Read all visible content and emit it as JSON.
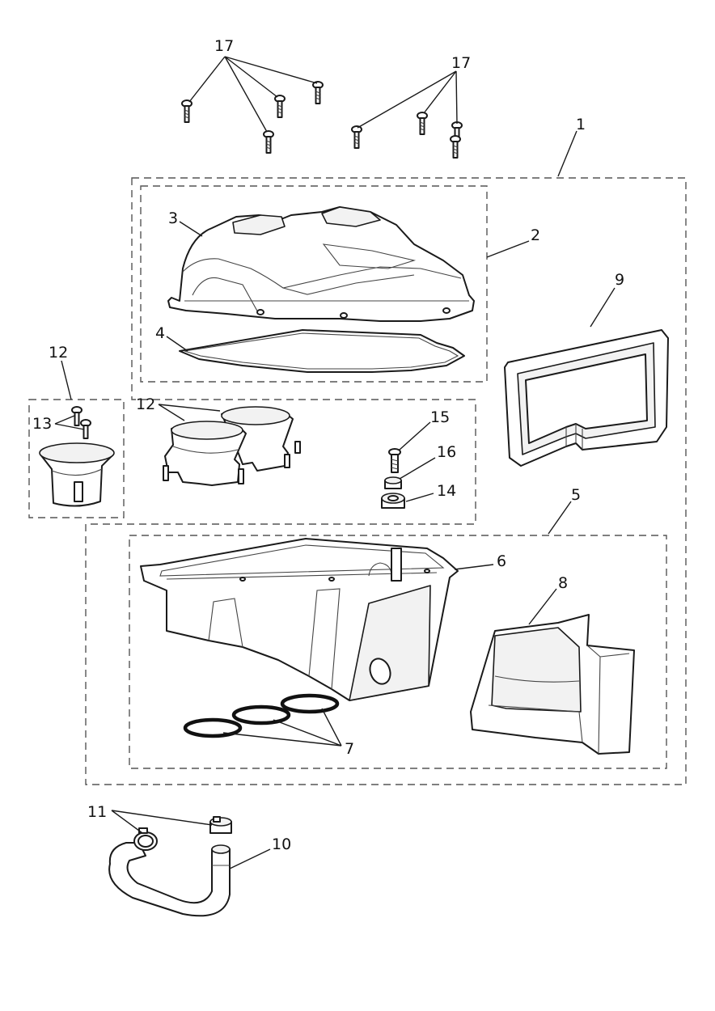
{
  "diagram": {
    "callouts": {
      "c17a": "17",
      "c17b": "17",
      "c1": "1",
      "c2": "2",
      "c3": "3",
      "c4": "4",
      "c9": "9",
      "c12a": "12",
      "c13": "13",
      "c12b": "12",
      "c15": "15",
      "c16": "16",
      "c14": "14",
      "c5": "5",
      "c6": "6",
      "c8": "8",
      "c7": "7",
      "c11": "11",
      "c10": "10"
    }
  }
}
